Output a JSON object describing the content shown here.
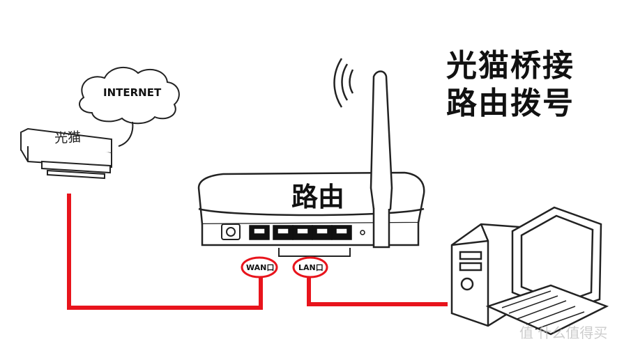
{
  "title": {
    "line1": "光猫桥接",
    "line2": "路由拨号"
  },
  "internet_cloud": {
    "label": "INTERNET"
  },
  "modem": {
    "label": "光猫"
  },
  "router": {
    "label": "路由",
    "wan_port_label": "WAN口",
    "lan_port_label": "LAN口"
  },
  "watermark": "值 什么值得买",
  "colors": {
    "cable": "#e8141c",
    "line_art": "#222222"
  }
}
